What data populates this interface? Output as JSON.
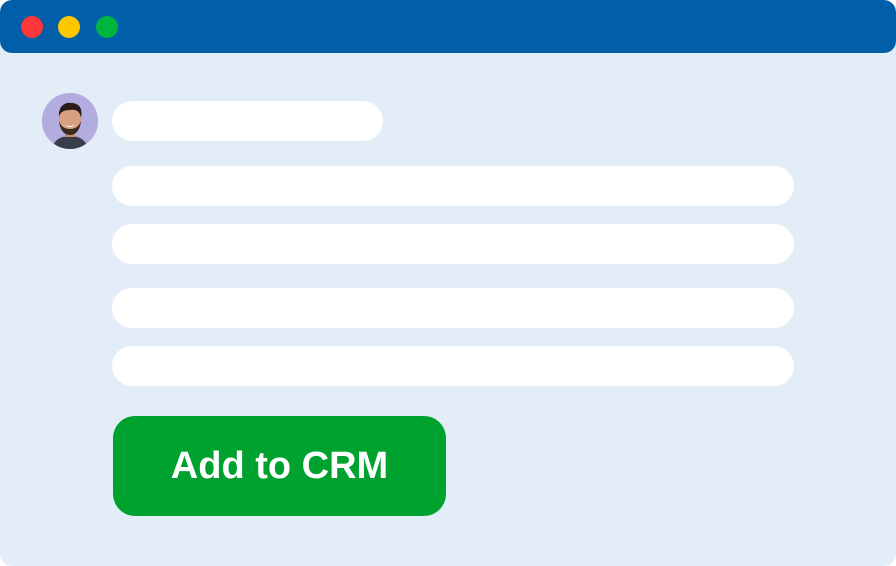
{
  "window": {
    "title_bar_color": "#015ea8",
    "background_color": "#e3edf7",
    "controls": [
      {
        "name": "close",
        "color": "#fc3639"
      },
      {
        "name": "minimize",
        "color": "#fdc800"
      },
      {
        "name": "maximize",
        "color": "#00b53f"
      }
    ]
  },
  "profile": {
    "avatar": "person-avatar",
    "name_placeholder": "",
    "lines": [
      "",
      "",
      "",
      ""
    ]
  },
  "cta": {
    "label": "Add to CRM",
    "color": "#00a22f"
  }
}
